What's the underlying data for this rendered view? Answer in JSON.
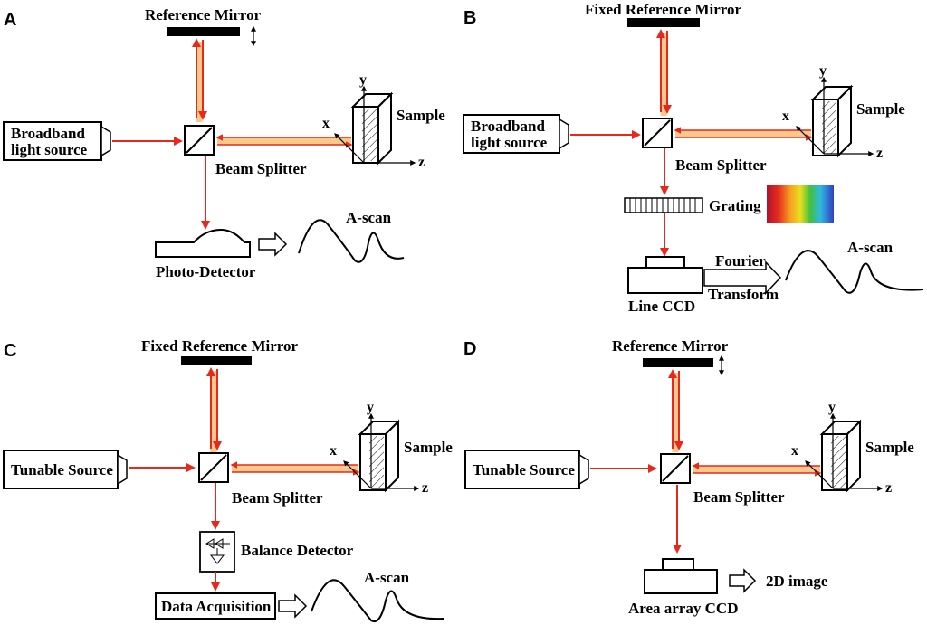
{
  "panels": {
    "A": {
      "letter": "A",
      "mirror_label": "Reference Mirror",
      "source_line1": "Broadband",
      "source_line2": "light source",
      "splitter_label": "Beam Splitter",
      "sample_label": "Sample",
      "detector_label": "Photo-Detector",
      "output_label": "A-scan",
      "axes": {
        "x": "x",
        "y": "y",
        "z": "z"
      }
    },
    "B": {
      "letter": "B",
      "mirror_label": "Fixed Reference Mirror",
      "source_line1": "Broadband",
      "source_line2": "light source",
      "splitter_label": "Beam Splitter",
      "sample_label": "Sample",
      "grating_label": "Grating",
      "detector_label": "Line CCD",
      "transform_line1": "Fourier",
      "transform_line2": "Transform",
      "output_label": "A-scan",
      "axes": {
        "x": "x",
        "y": "y",
        "z": "z"
      }
    },
    "C": {
      "letter": "C",
      "mirror_label": "Fixed Reference Mirror",
      "source_label": "Tunable Source",
      "splitter_label": "Beam Splitter",
      "sample_label": "Sample",
      "balance_label": "Balance Detector",
      "acquisition_label": "Data Acquisition",
      "output_label": "A-scan",
      "axes": {
        "x": "x",
        "y": "y",
        "z": "z"
      }
    },
    "D": {
      "letter": "D",
      "mirror_label": "Reference Mirror",
      "source_label": "Tunable Source",
      "splitter_label": "Beam Splitter",
      "sample_label": "Sample",
      "detector_label": "Area array CCD",
      "output_label": "2D image",
      "axes": {
        "x": "x",
        "y": "y",
        "z": "z"
      }
    }
  },
  "colors": {
    "beam": "#e8281c",
    "beam_glow": "#f7c98a",
    "ink": "#000000"
  }
}
